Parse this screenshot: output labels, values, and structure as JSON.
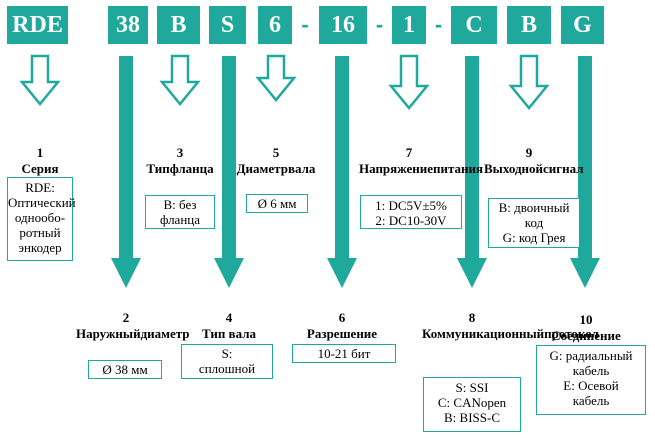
{
  "code_segments": [
    "RDE",
    "38",
    "B",
    "S",
    "6",
    "16",
    "1",
    "C",
    "B",
    "G"
  ],
  "separator": "-",
  "colors": {
    "accent": "#1fa99c",
    "background": "#ffffff",
    "text": "#000000"
  },
  "params": [
    {
      "number": "1",
      "title": [
        "Серия"
      ],
      "box": [
        "RDE:",
        "Оптический",
        "одноoбo-",
        "ротный",
        "энкодер"
      ]
    },
    {
      "number": "2",
      "title": [
        "Наружный",
        "диаметр"
      ],
      "box": [
        "Ø 38 мм"
      ]
    },
    {
      "number": "3",
      "title": [
        "Тип",
        "фланца"
      ],
      "box": [
        "B: без",
        "фланца"
      ]
    },
    {
      "number": "4",
      "title": [
        "Тип вала"
      ],
      "box": [
        "S:",
        "сплошной"
      ]
    },
    {
      "number": "5",
      "title": [
        "Диаметр",
        "вала"
      ],
      "box": [
        "Ø 6 мм"
      ]
    },
    {
      "number": "6",
      "title": [
        "Разрешение"
      ],
      "box": [
        "10-21 бит"
      ]
    },
    {
      "number": "7",
      "title": [
        "Напряжение",
        "питания"
      ],
      "box": [
        "1: DC5V±5%",
        "2: DC10-30V"
      ]
    },
    {
      "number": "8",
      "title": [
        "Коммуникац",
        "ионный",
        "протокол"
      ],
      "box": [
        "S: SSI",
        "C: CANopen",
        "B: BISS-C"
      ]
    },
    {
      "number": "9",
      "title": [
        "Выходной",
        "сигнал"
      ],
      "box": [
        "B: двоичный",
        "код",
        "G: код Грея"
      ]
    },
    {
      "number": "10",
      "title": [
        "Соединение"
      ],
      "box": [
        "G: радиальный",
        "кабель",
        "E: Осевой",
        "кабель"
      ]
    }
  ]
}
